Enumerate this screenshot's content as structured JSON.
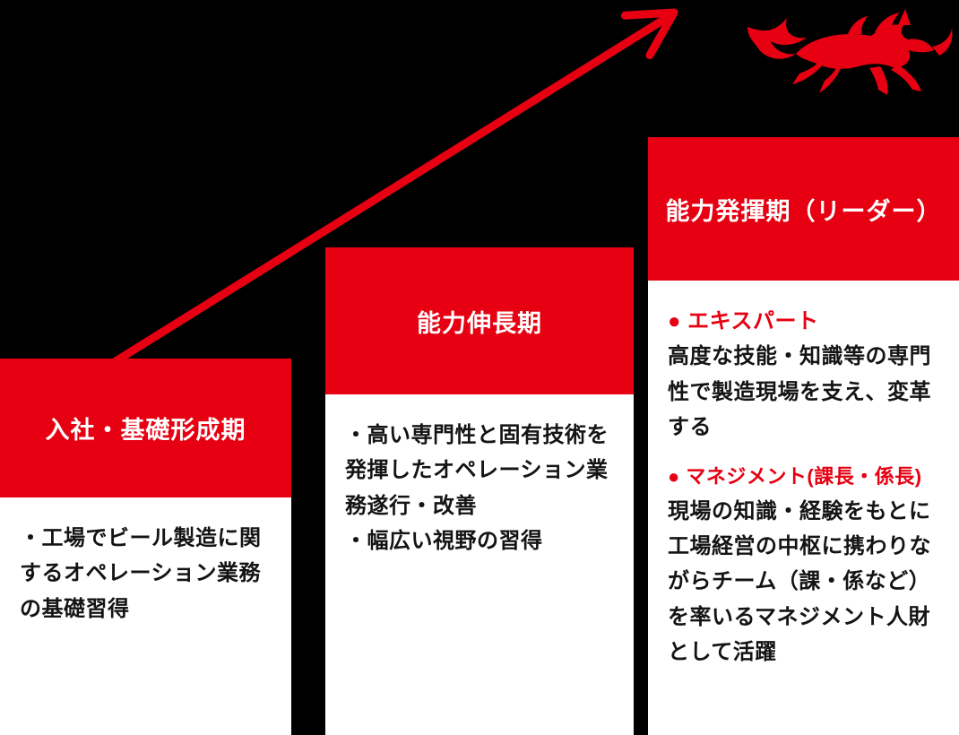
{
  "colors": {
    "background": "#000000",
    "accent_red": "#e60012",
    "panel_white": "#ffffff",
    "text_dark": "#141414"
  },
  "logo": {
    "name": "kirin-beast-emblem"
  },
  "stages": [
    {
      "title": "入社・基礎形成期",
      "points": [
        "・工場でビール製造に関するオペレーション業務の基礎習得"
      ]
    },
    {
      "title": "能力伸長期",
      "points": [
        "・高い専門性と固有技術を発揮したオペレーション業務遂行・改善",
        "・幅広い視野の習得"
      ]
    },
    {
      "title": "能力発揮期（リーダー）",
      "groups": [
        {
          "label": "● エキスパート",
          "text": "高度な技能・知識等の専門性で製造現場を支え、変革する"
        },
        {
          "label": "● マネジメント(課長・係長)",
          "text": "現場の知識・経験をもとに工場経営の中枢に携わりながらチーム（課・係など）を率いるマネジメント人財として活躍"
        }
      ]
    }
  ]
}
